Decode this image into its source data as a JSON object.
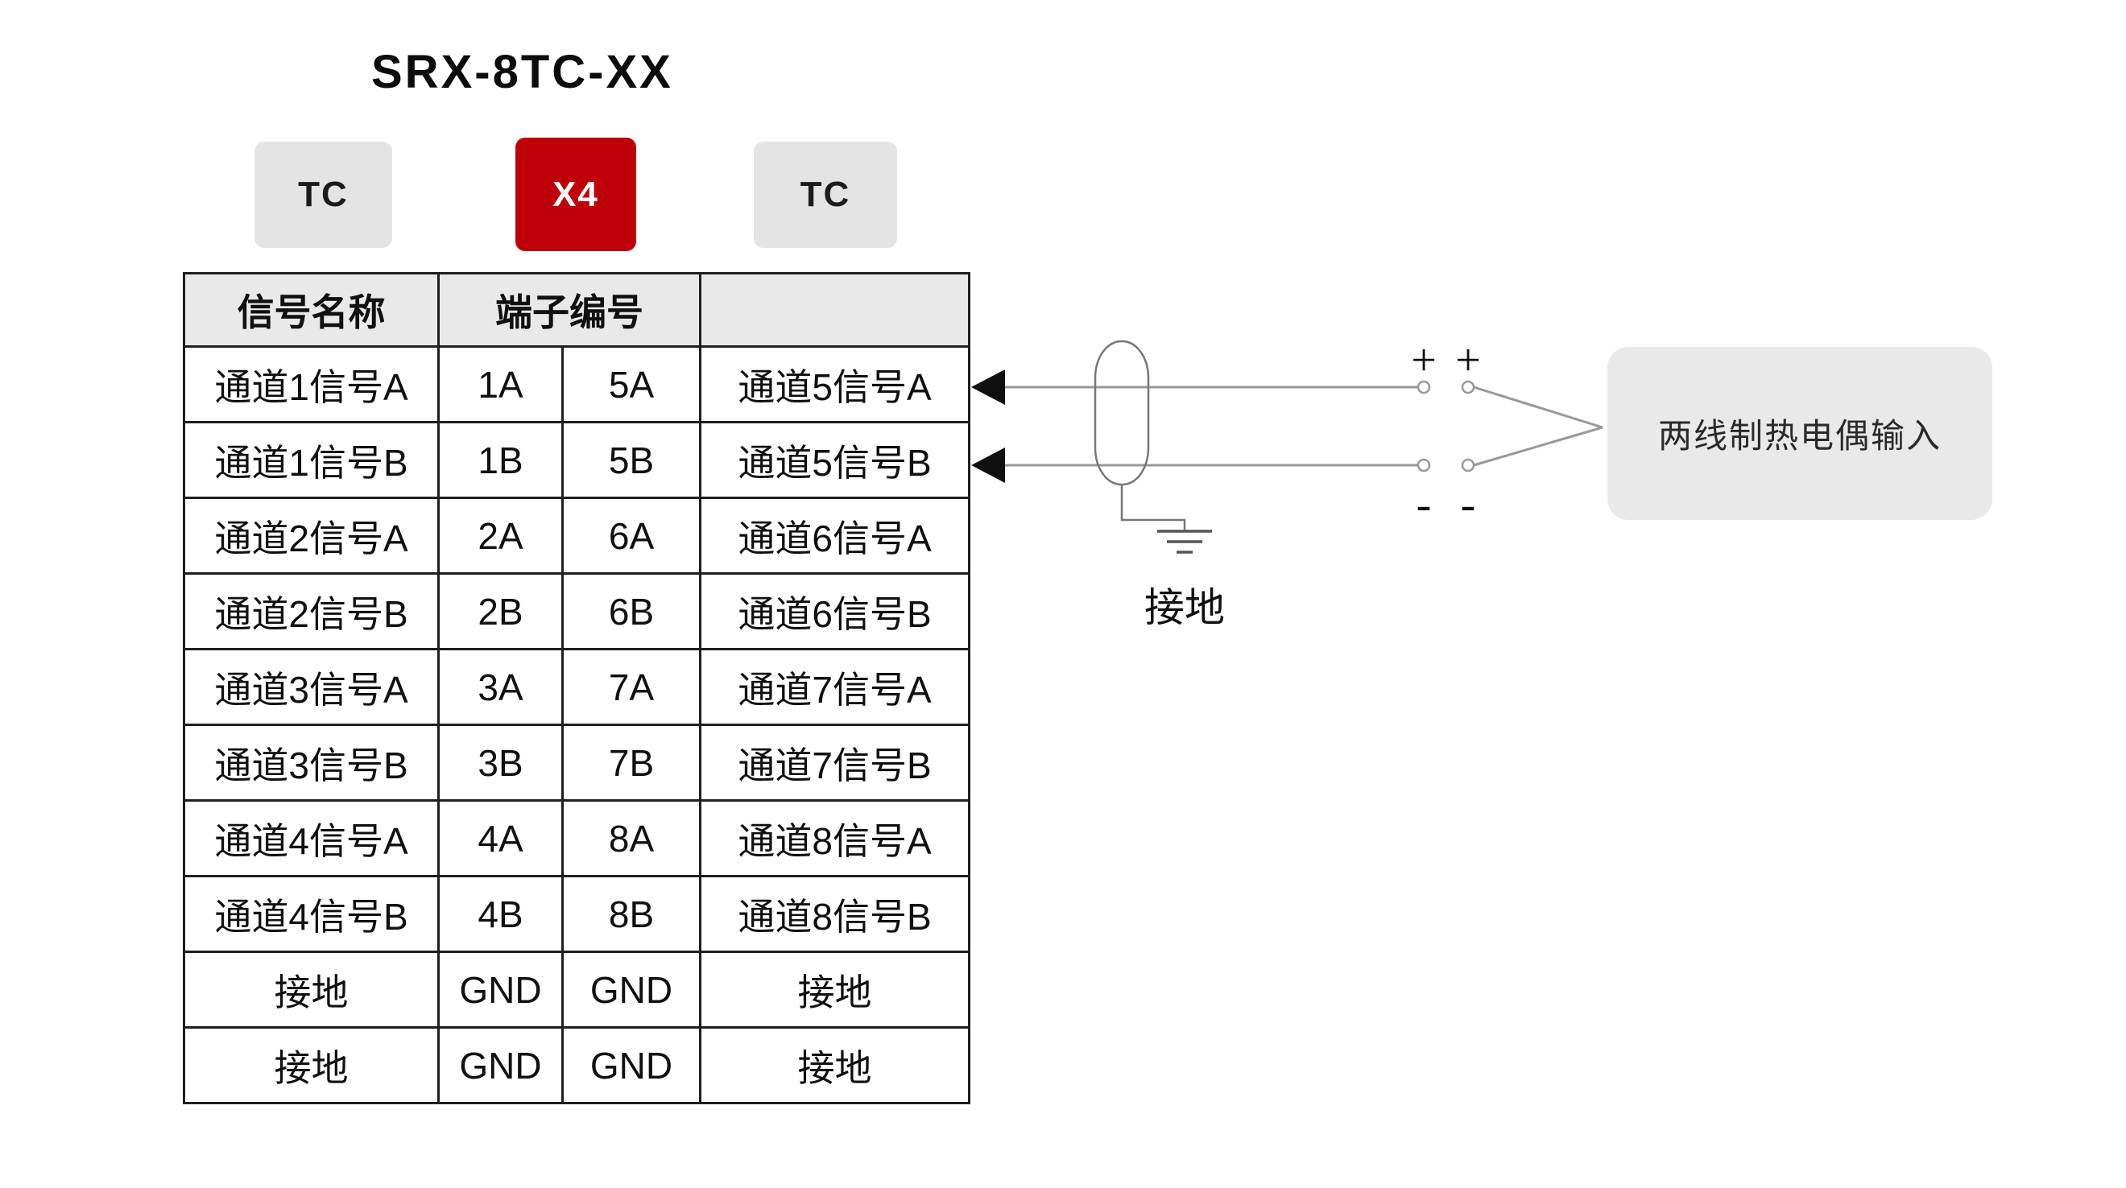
{
  "title": "SRX-8TC-XX",
  "badges": {
    "tc_left": "TC",
    "x4": "X4",
    "tc_right": "TC"
  },
  "table": {
    "header": {
      "signal_name": "信号名称",
      "terminal_number": "端子编号",
      "blank": ""
    },
    "rows": [
      {
        "signal_left": "通道1信号A",
        "terminal_left": "1A",
        "terminal_right": "5A",
        "signal_right": "通道5信号A"
      },
      {
        "signal_left": "通道1信号B",
        "terminal_left": "1B",
        "terminal_right": "5B",
        "signal_right": "通道5信号B"
      },
      {
        "signal_left": "通道2信号A",
        "terminal_left": "2A",
        "terminal_right": "6A",
        "signal_right": "通道6信号A"
      },
      {
        "signal_left": "通道2信号B",
        "terminal_left": "2B",
        "terminal_right": "6B",
        "signal_right": "通道6信号B"
      },
      {
        "signal_left": "通道3信号A",
        "terminal_left": "3A",
        "terminal_right": "7A",
        "signal_right": "通道7信号A"
      },
      {
        "signal_left": "通道3信号B",
        "terminal_left": "3B",
        "terminal_right": "7B",
        "signal_right": "通道7信号B"
      },
      {
        "signal_left": "通道4信号A",
        "terminal_left": "4A",
        "terminal_right": "8A",
        "signal_right": "通道8信号A"
      },
      {
        "signal_left": "通道4信号B",
        "terminal_left": "4B",
        "terminal_right": "8B",
        "signal_right": "通道8信号B"
      },
      {
        "signal_left": "接地",
        "terminal_left": "GND",
        "terminal_right": "GND",
        "signal_right": "接地"
      },
      {
        "signal_left": "接地",
        "terminal_left": "GND",
        "terminal_right": "GND",
        "signal_right": "接地"
      }
    ]
  },
  "diagram": {
    "ground_label": "接地",
    "plus_left": "+",
    "plus_right": "+",
    "minus_left": "-",
    "minus_right": "-",
    "input_box_label": "两线制热电偶输入"
  },
  "colors": {
    "badge_red": "#c00008",
    "badge_gray": "#e4e4e4",
    "table_border": "#1f1f1f",
    "table_header_bg": "#e9e9e9",
    "input_box_bg": "#e9e9e9",
    "wire": "#999999",
    "ink": "#111111"
  }
}
